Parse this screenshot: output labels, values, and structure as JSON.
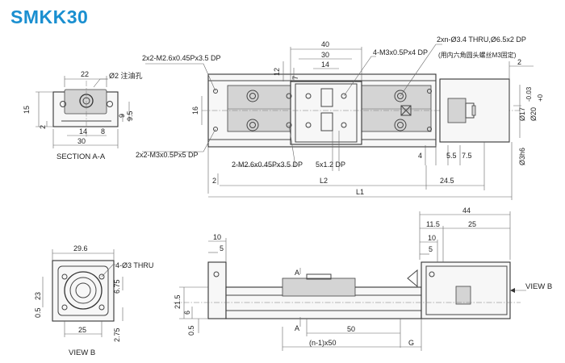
{
  "title": "SMKK30",
  "section": {
    "label": "SECTION A-A",
    "oil_hole": "Ø2 注油孔",
    "dims": [
      "22",
      "15",
      "2",
      "14",
      "8",
      "30",
      "9",
      "9.5"
    ]
  },
  "top_view": {
    "callouts": {
      "top_left": "2x2-M2.6x0.45Px3.5 DP",
      "bottom_left": "2x2-M3x0.5Px5 DP",
      "bottom_mid": "2-M2.6x0.45Px3.5 DP",
      "slider_tap": "4-M3x0.5Px4 DP",
      "thru_holes": "2xn-Ø3.4 THRU,Ø6.5x2 DP",
      "thru_note": "(用内六角圆头螺丝M3固定)",
      "depth": "5x1.2 DP"
    },
    "dims": {
      "w40": "40",
      "w30": "30",
      "w14": "14",
      "h12": "12",
      "h7": "7",
      "h16": "16",
      "d4": "4",
      "d5_5": "5.5",
      "d7_5": "7.5",
      "d2_left": "2",
      "d2_right": "2",
      "L2": "L2",
      "L1": "L1",
      "d24_5": "24.5",
      "motor_d17": "Ø17",
      "motor_d17_tol": "-0.03",
      "motor_d20": "Ø20",
      "motor_d20_tol": "+0",
      "shaft": "Ø3h6"
    }
  },
  "view_b": {
    "label": "VIEW B",
    "holes": "4-Ø3 THRU",
    "dims": [
      "29.6",
      "23",
      "0.5",
      "6.75",
      "25",
      "2.75"
    ]
  },
  "front_view": {
    "section_marks": [
      "A",
      "A"
    ],
    "view_b_label": "VIEW B",
    "dims": {
      "d44": "44",
      "d11_5": "11.5",
      "d25": "25",
      "d10_left": "10",
      "d5_left": "5",
      "d10_right": "10",
      "d5_right": "5",
      "h21_5": "21.5",
      "h6": "6",
      "h0_5": "0.5",
      "pitch": "50",
      "n_pitch": "(n-1)x50",
      "G": "G"
    }
  }
}
